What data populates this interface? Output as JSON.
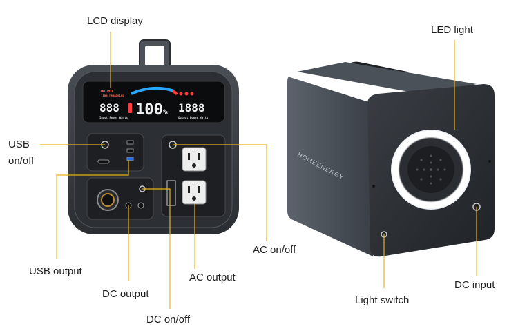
{
  "callouts": {
    "lcd_display": "LCD display",
    "led_light": "LED light",
    "usb_onoff_line1": "USB",
    "usb_onoff_line2": "on/off",
    "usb_output": "USB output",
    "dc_output": "DC output",
    "dc_onoff": "DC on/off",
    "ac_output": "AC output",
    "ac_onoff": "AC on/off",
    "light_switch": "Light switch",
    "dc_input": "DC input"
  },
  "lcd": {
    "left_digits": "888",
    "percent": "100",
    "percent_sign": "%",
    "right_digits": "1888",
    "left_caption": "Input Power Watts",
    "right_caption": "Output Power Watts",
    "top_left_caption": "OUTPUT",
    "top_left_sub": "Time remaining"
  },
  "device": {
    "brand": "HOMEENERGY"
  },
  "colors": {
    "leader": "#e8b21a",
    "body_dark": "#2e3136",
    "lcd_blue": "#2aa8ff",
    "lcd_red": "#ff3b3b"
  }
}
